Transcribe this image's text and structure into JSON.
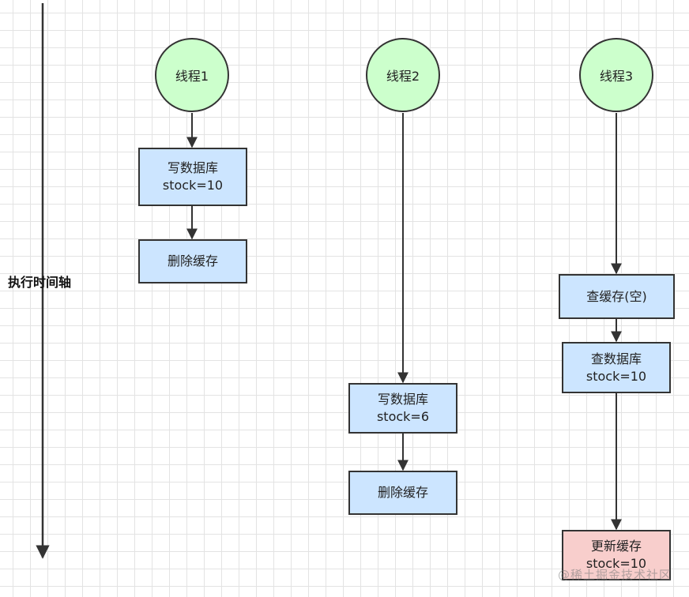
{
  "axis": {
    "label": "执行时间轴"
  },
  "threads": [
    {
      "label": "线程1"
    },
    {
      "label": "线程2"
    },
    {
      "label": "线程3"
    }
  ],
  "thread1": {
    "write_db": {
      "line1": "写数据库",
      "line2": "stock=10"
    },
    "delete_cache": {
      "line1": "删除缓存"
    }
  },
  "thread2": {
    "write_db": {
      "line1": "写数据库",
      "line2": "stock=6"
    },
    "delete_cache": {
      "line1": "删除缓存"
    }
  },
  "thread3": {
    "query_cache": {
      "line1": "查缓存(空)"
    },
    "query_db": {
      "line1": "查数据库",
      "line2": "stock=10"
    },
    "update_cache": {
      "line1": "更新缓存",
      "line2": "stock=10"
    }
  },
  "watermark": "@稀土掘金技术社区",
  "colors": {
    "circle_fill": "#ccffcc",
    "box_fill": "#cce5ff",
    "highlight_fill": "#f8cecc",
    "stroke": "#333333"
  }
}
